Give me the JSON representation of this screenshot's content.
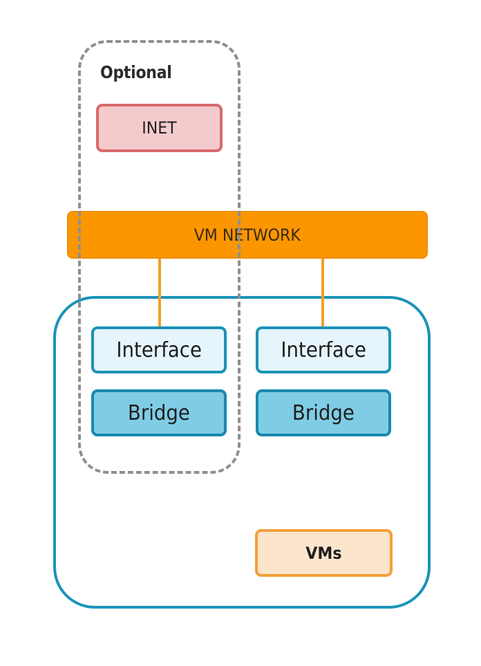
{
  "optional_group": {
    "label": "Optional"
  },
  "inet": {
    "label": "INET"
  },
  "vm_network": {
    "label": "VM NETWORK"
  },
  "host": {
    "interfaces": [
      {
        "label": "Interface"
      },
      {
        "label": "Interface"
      }
    ],
    "bridges": [
      {
        "label": "Bridge"
      },
      {
        "label": "Bridge"
      }
    ],
    "vms": {
      "label": "VMs"
    }
  },
  "colors": {
    "host_border": "#1a93b8",
    "optional_border": "#8f8f8f",
    "inet_fill": "#f4cbcd",
    "inet_border": "#d86a6c",
    "vm_network_fill": "#fb9600",
    "interface_fill": "#e5f5fb",
    "bridge_fill": "#7fcde5",
    "vms_fill": "#fbe5cd",
    "vms_border": "#f2a03a"
  }
}
